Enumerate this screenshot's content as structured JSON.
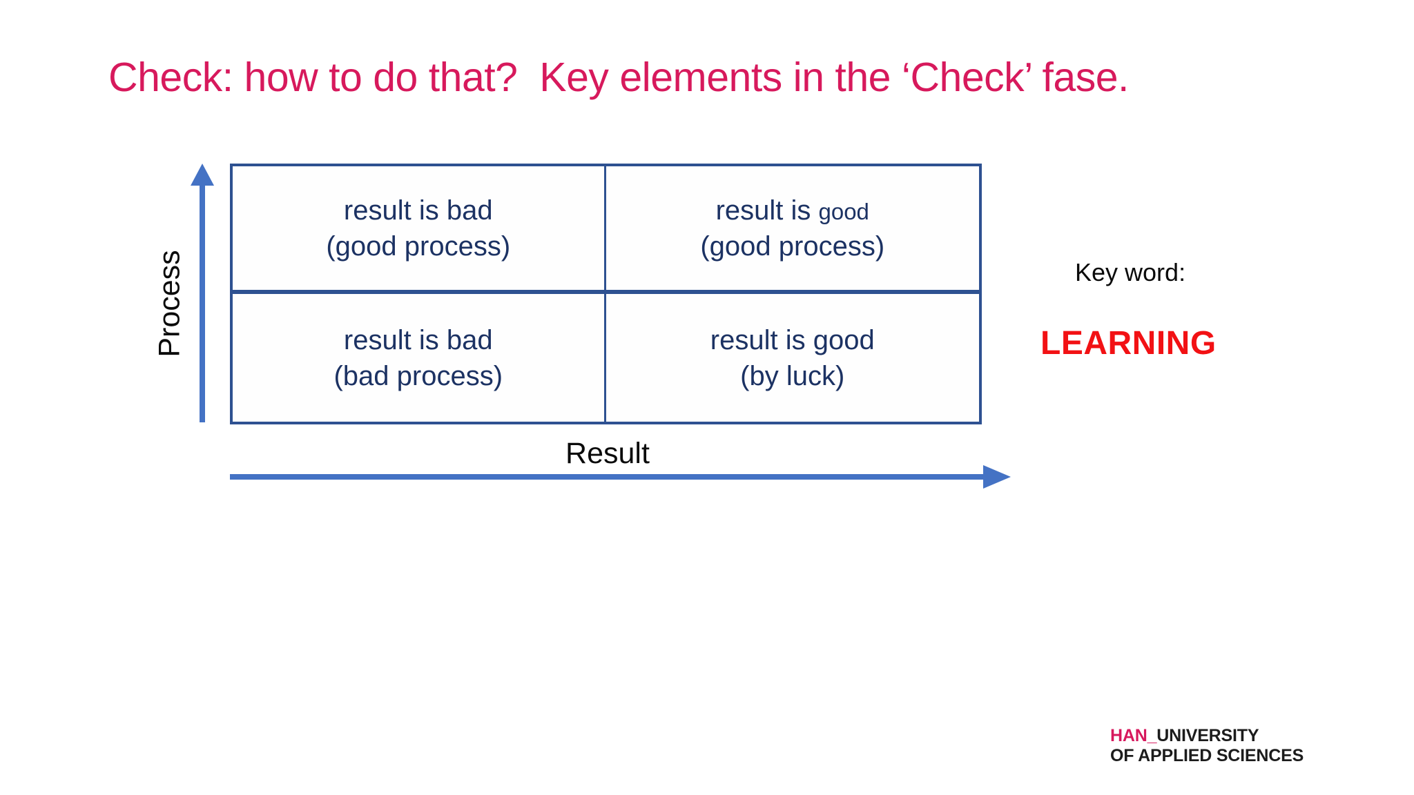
{
  "slide": {
    "title": "Check: how to do that?  Key elements in the ‘Check’ fase."
  },
  "matrix": {
    "y_axis_label": "Process",
    "x_axis_label": "Result",
    "cells": {
      "top_left": {
        "line1": "result is bad",
        "line2": "(good process)"
      },
      "top_right": {
        "line1_prefix": "result is ",
        "line1_small": "good",
        "line2": "(good process)"
      },
      "bottom_left": {
        "line1": "result is bad",
        "line2": "(bad process)"
      },
      "bottom_right": {
        "line1": "result is good",
        "line2": "(by luck)"
      }
    }
  },
  "keyword": {
    "label": "Key word:",
    "value": "LEARNING"
  },
  "logo": {
    "accent": "HAN_",
    "line1_rest": "UNIVERSITY",
    "line2": "OF APPLIED SCIENCES"
  },
  "colors": {
    "title": "#d7195c",
    "cell_text": "#1c3263",
    "matrix_border": "#2e5191",
    "axis_arrow": "#4472c4",
    "keyword_value": "#f21114",
    "logo_accent": "#d7185d",
    "background": "#ffffff"
  }
}
